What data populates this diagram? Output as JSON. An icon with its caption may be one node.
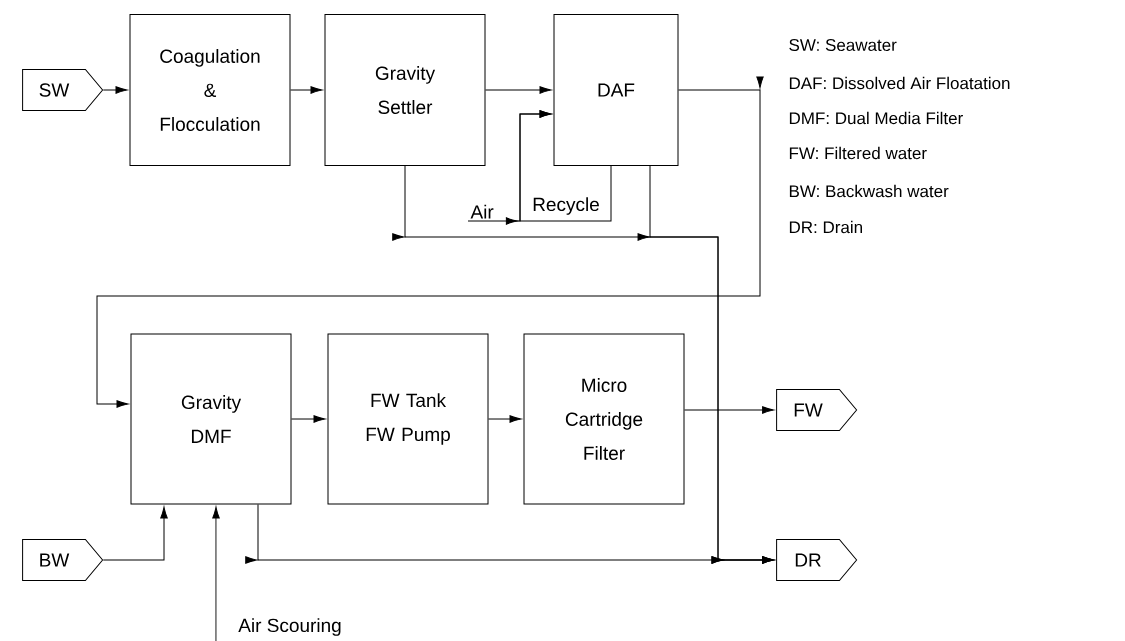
{
  "diagram": {
    "nodes": [
      {
        "text": [
          "SW"
        ]
      },
      {
        "text": [
          "Coagulation & Flocculation"
        ]
      },
      {
        "text": [
          "Gravity Settler"
        ]
      },
      {
        "text": [
          "DAF"
        ]
      },
      {
        "text": [
          "Gravity DMF"
        ]
      },
      {
        "text": [
          "FW Tank FW Pump"
        ]
      },
      {
        "text": [
          "Micro Cartridge Filter"
        ]
      },
      {
        "text": [
          "FW"
        ]
      },
      {
        "text": [
          "BW"
        ]
      },
      {
        "text": [
          "DR"
        ]
      },
      {
        "text": [
          "Air"
        ]
      }
    ],
    "edges": [
      {
        "from": 0,
        "to": 1,
        "arrow": "to"
      },
      {
        "from": 1,
        "to": 2,
        "arrow": "to"
      },
      {
        "from": 2,
        "to": 3,
        "arrow": "to"
      },
      {
        "from": 3,
        "to": 4,
        "arrow": "to"
      },
      {
        "from": 10,
        "to": 3,
        "arrow": "to"
      },
      {
        "from": 3,
        "to": 3,
        "arrow": "to",
        "label": "Recycle"
      },
      {
        "from": 2,
        "to": 9,
        "arrow": "to"
      },
      {
        "from": 3,
        "to": 9,
        "arrow": "to"
      },
      {
        "from": 4,
        "to": 5,
        "arrow": "to"
      },
      {
        "from": 5,
        "to": 6,
        "arrow": "to"
      },
      {
        "from": 6,
        "to": 7,
        "arrow": "to"
      },
      {
        "from": 8,
        "to": 4,
        "arrow": "to"
      },
      {
        "from": null,
        "to": 4,
        "arrow": "to",
        "label": "Air Scouring"
      },
      {
        "from": 4,
        "to": 9,
        "arrow": "to"
      }
    ],
    "labels": [
      "SW: Seawater",
      "DAF: Dissolved Air Floatation",
      "DMF: Dual Media Filter",
      "FW: Filtered water",
      "BW: Backwash water",
      "DR: Drain"
    ]
  }
}
